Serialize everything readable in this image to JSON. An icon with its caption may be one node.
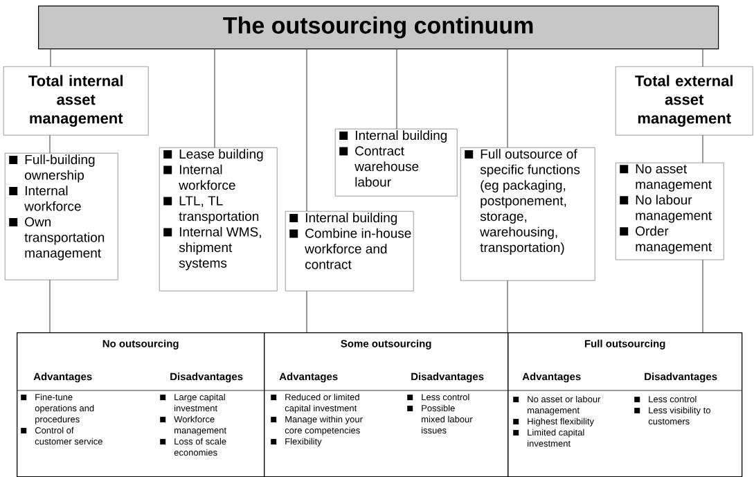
{
  "diagram": {
    "nodes": [
      {
        "text": [
          "The outsourcing continuum"
        ]
      },
      {
        "text": [
          "Total internal asset management"
        ]
      },
      {
        "text": [
          "Full-building ownership",
          "Internal workforce",
          "Own transportation management"
        ]
      },
      {
        "text": [
          "Lease building",
          "Internal workforce",
          "LTL, TL transportation",
          "Internal WMS, shipment systems"
        ]
      },
      {
        "text": [
          "Internal building",
          "Combine in-house workforce and contract"
        ]
      },
      {
        "text": [
          "Internal building",
          "Contract warehouse labour"
        ]
      },
      {
        "text": [
          "Full outsource of specific functions (eg packaging, postponement, storage, warehousing, transportation)"
        ]
      },
      {
        "text": [
          "Total external asset management"
        ]
      },
      {
        "text": [
          "No asset management",
          "No labour management",
          "Order management"
        ]
      },
      {
        "text": [
          "No outsourcing"
        ]
      },
      {
        "text": [
          "Advantages",
          "Fine-tune operations and procedures",
          "Control of customer service"
        ],
        "in": 9
      },
      {
        "text": [
          "Disadvantages",
          "Large capital investment",
          "Workforce management",
          "Loss of scale economies"
        ],
        "in": 9
      },
      {
        "text": [
          "Some outsourcing"
        ]
      },
      {
        "text": [
          "Advantages",
          "Reduced or limited capital investment",
          "Manage within your core competencies",
          "Flexibility"
        ],
        "in": 12
      },
      {
        "text": [
          "Disadvantages",
          "Less control",
          "Possible mixed labour issues"
        ],
        "in": 12
      },
      {
        "text": [
          "Full outsourcing"
        ]
      },
      {
        "text": [
          "Advantages",
          "No asset or labour management",
          "Highest flexibility",
          "Limited capital investment"
        ],
        "in": 15
      },
      {
        "text": [
          "Disadvantages",
          "Less control",
          "Less visibility to customers"
        ],
        "in": 15
      }
    ],
    "edges": [
      {
        "from": 0,
        "to": 1,
        "arrow": "none"
      },
      {
        "from": 1,
        "to": 2,
        "arrow": "none"
      },
      {
        "from": 2,
        "to": 9,
        "arrow": "none"
      },
      {
        "from": 0,
        "to": 3,
        "arrow": "none"
      },
      {
        "from": 0,
        "to": 4,
        "arrow": "none"
      },
      {
        "from": 4,
        "to": 12,
        "arrow": "none"
      },
      {
        "from": 0,
        "to": 5,
        "arrow": "none"
      },
      {
        "from": 0,
        "to": 6,
        "arrow": "none"
      },
      {
        "from": 6,
        "to": 15,
        "arrow": "none"
      },
      {
        "from": 0,
        "to": 7,
        "arrow": "none"
      },
      {
        "from": 7,
        "to": 8,
        "arrow": "none"
      },
      {
        "from": 8,
        "to": 15,
        "arrow": "none"
      }
    ]
  }
}
